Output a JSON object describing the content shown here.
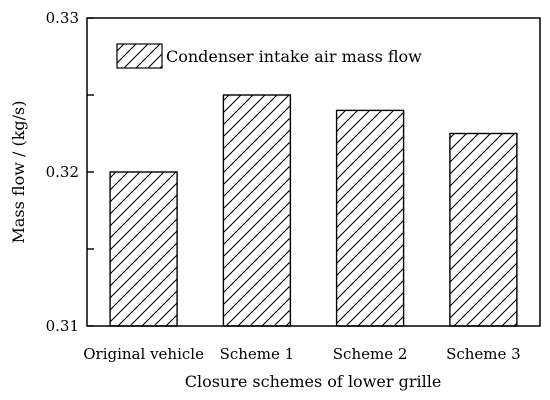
{
  "chart_data": {
    "type": "bar",
    "categories": [
      "Original vehicle",
      "Scheme 1",
      "Scheme 2",
      "Scheme 3"
    ],
    "series": [
      {
        "name": "Condenser intake air mass flow",
        "values": [
          0.32,
          0.325,
          0.324,
          0.3225
        ],
        "fill": "hatched",
        "color": "#000000"
      }
    ],
    "xlabel": "Closure schemes of lower grille",
    "ylabel": "Mass flow / (kg/s)",
    "ylim": [
      0.31,
      0.33
    ],
    "yticks": [
      "0.31",
      "0.32",
      "0.33"
    ],
    "grid": false,
    "legend_position": "top-left"
  }
}
